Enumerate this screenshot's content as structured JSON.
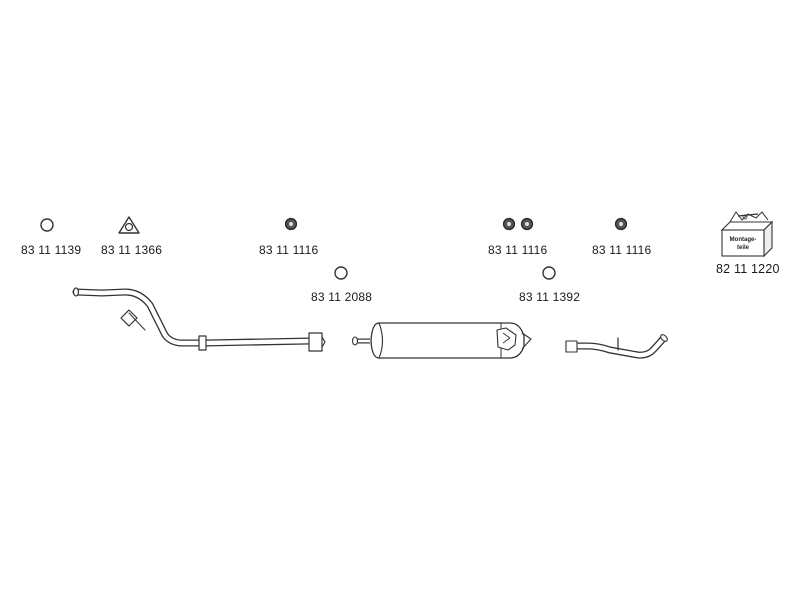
{
  "parts": {
    "p1139": {
      "number": "83 11 1139",
      "icon": "ring-icon"
    },
    "p1366": {
      "number": "83 11 1366",
      "icon": "triangular-gasket-icon"
    },
    "p1116a": {
      "number": "83 11 1116",
      "icon": "rubber-hanger-icon"
    },
    "p2088": {
      "number": "83 11 2088",
      "icon": "ring-icon"
    },
    "p1116b": {
      "number": "83 11 1116",
      "icon": "double-rubber-hanger-icon"
    },
    "p1392": {
      "number": "83 11 1392",
      "icon": "ring-icon"
    },
    "p1116c": {
      "number": "83 11 1116",
      "icon": "rubber-hanger-icon"
    },
    "p1220": {
      "number": "82 11 1220",
      "icon": "mounting-kit-box-icon",
      "caption_line1": "Montage-",
      "caption_line2": "teile"
    }
  },
  "assemblies": [
    "front-pipe-icon",
    "muffler-icon",
    "tail-pipe-icon"
  ]
}
